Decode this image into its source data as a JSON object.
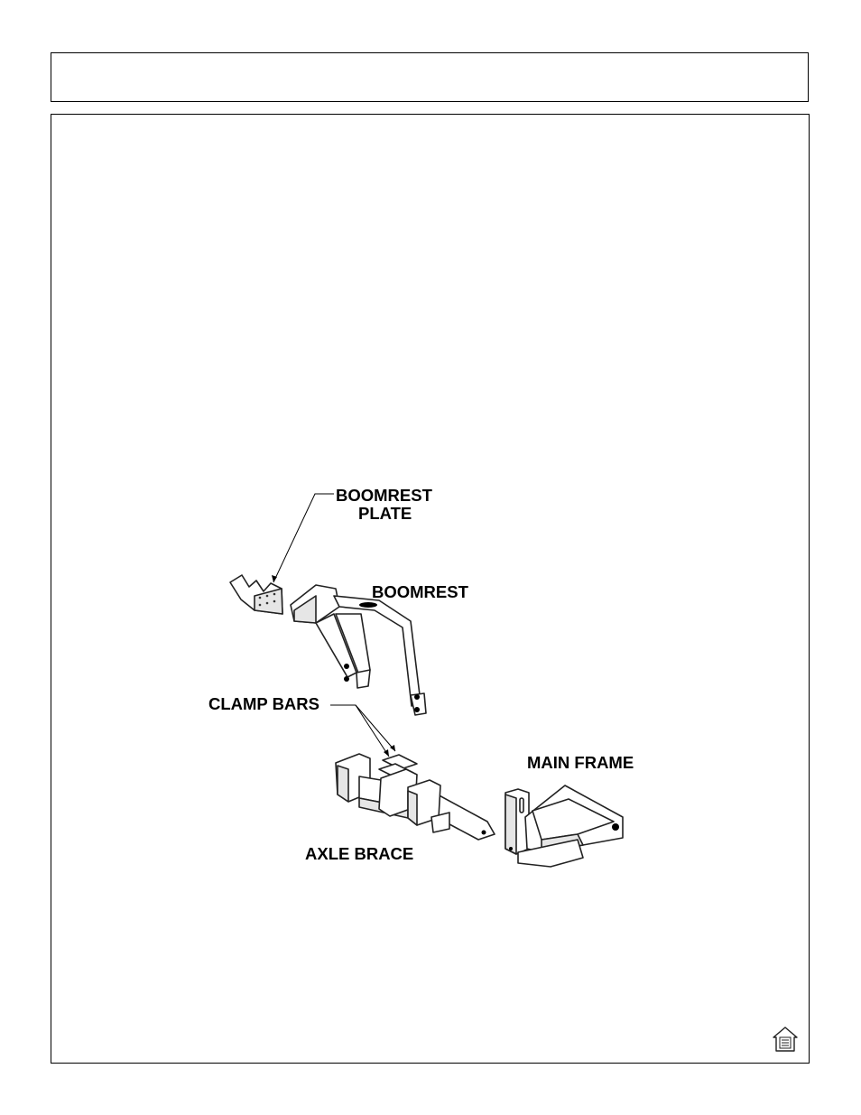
{
  "diagram": {
    "labels": {
      "boomrest_plate_line1": "BOOMREST",
      "boomrest_plate_line2": "PLATE",
      "boomrest": "BOOMREST",
      "clamp_bars": "CLAMP BARS",
      "main_frame": "MAIN FRAME",
      "axle_brace": "AXLE BRACE"
    }
  },
  "icons": {
    "home": "home-icon"
  },
  "colors": {
    "ink": "#000000",
    "background": "#ffffff"
  }
}
